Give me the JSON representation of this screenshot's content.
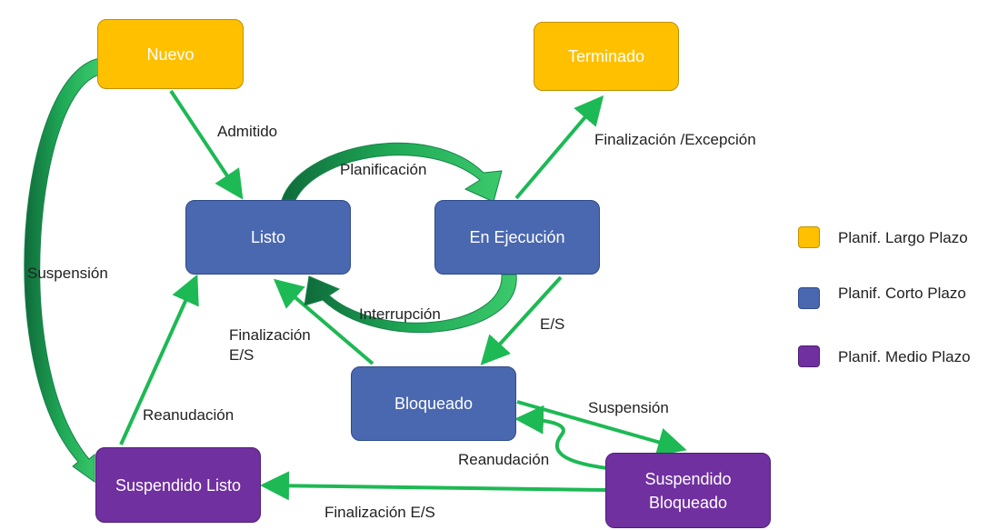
{
  "states": {
    "nuevo": "Nuevo",
    "terminado": "Terminado",
    "listo": "Listo",
    "ejecucion": "En Ejecución",
    "bloqueado": "Bloqueado",
    "susp_listo": "Suspendido Listo",
    "susp_bloqueado": "Suspendido\nBloqueado"
  },
  "transitions": {
    "admitido": "Admitido",
    "planificacion": "Planificación",
    "finalizacion_excepcion": "Finalización /Excepción",
    "interrupcion": "Interrupción",
    "es": "E/S",
    "finalizacion_es_1": "Finalización\nE/S",
    "suspension_left": "Suspensión",
    "reanudacion_left": "Reanudación",
    "suspension_right": "Suspensión",
    "reanudacion_right": "Reanudación",
    "finalizacion_es_2": "Finalización E/S"
  },
  "legend": [
    {
      "label": "Planif. Largo Plazo",
      "color": "#ffc000"
    },
    {
      "label": "Planif. Corto Plazo",
      "color": "#4a68b0"
    },
    {
      "label": "Planif. Medio Plazo",
      "color": "#7030a0"
    }
  ],
  "colors": {
    "arrow": "#1db954",
    "curved_arrow": "#1a8c4a"
  }
}
